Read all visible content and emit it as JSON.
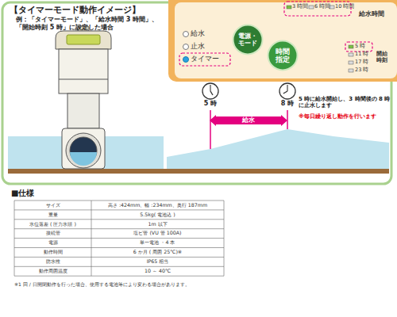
{
  "diagram": {
    "title": "【タイマーモード動作イメージ】",
    "nodes": [
      {
        "text": [
          "電源・モード"
        ]
      },
      {
        "text": [
          "時間指定"
        ]
      },
      {
        "text": [
          "給水"
        ]
      }
    ],
    "labels": [
      "例：「タイマーモード」、「給水時間 3 時間」、「開始時刻 5 時」に設定した場合",
      "給水",
      "止水",
      "タイマー",
      "3 時間",
      "6 時間",
      "10 時間",
      "給水時間",
      "5 時",
      "11 時",
      "17 時",
      "23 時",
      "開始 時刻",
      "5 時",
      "8 時",
      "5 時に給水開始し、3 時間後の 8 時に止水します",
      "※毎日繰り返し動作を行います",
      "■仕様",
      "サイズ",
      "高さ :424mm、幅 :234mm、奥行 187mm",
      "重量",
      "5.5kg( 電池込 )",
      "水位落差 ( 圧力水頭 )",
      "1m 以下",
      "接続管",
      "塩ビ管 (VU 管 100A)",
      "電源",
      "単一電池 ・4 本",
      "動作時間",
      "6 か月 ( 周囲 25℃)※",
      "防水性",
      "IP65 相当",
      "動作周囲温度",
      "10 ～ 40℃",
      "※1 回 / 日開閉動作を行った場合、使用する電池等により変わる場合があります。"
    ]
  }
}
